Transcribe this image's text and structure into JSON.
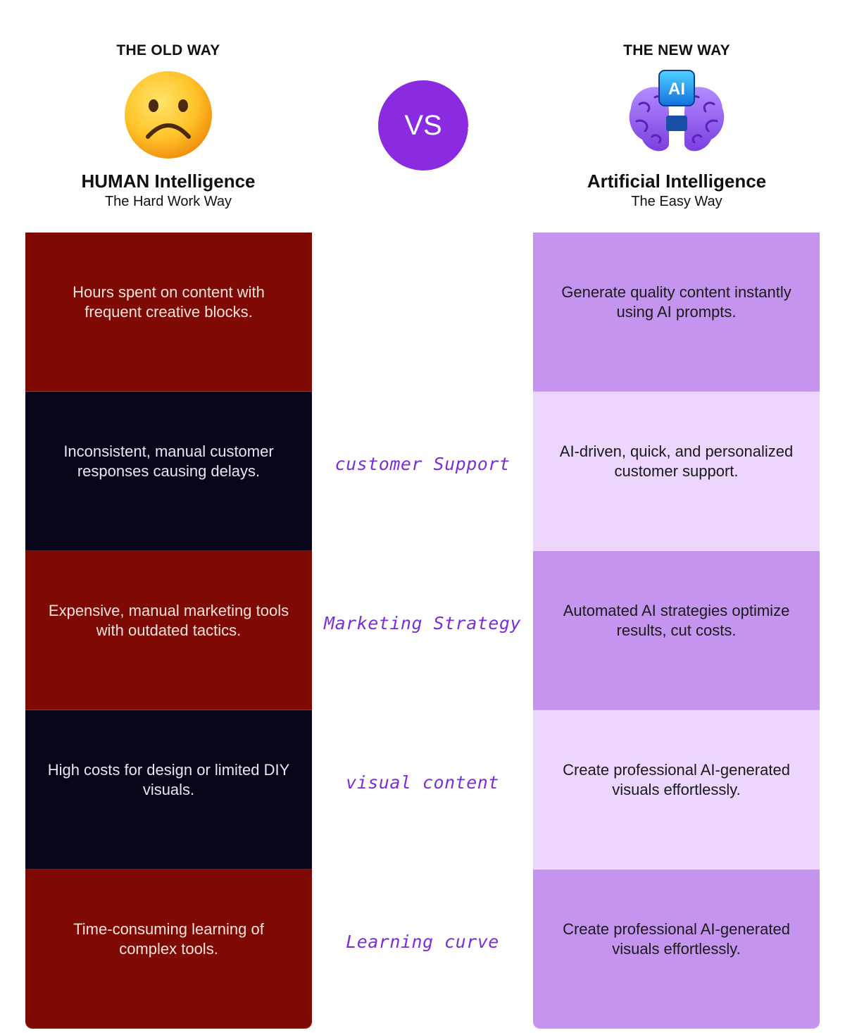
{
  "old_way": {
    "heading": "THE OLD WAY",
    "icon": "sad-face-emoji",
    "title": "HUMAN Intelligence",
    "subtitle": "The Hard Work Way"
  },
  "new_way": {
    "heading": "THE NEW WAY",
    "icon": "ai-brain-chip",
    "icon_text": "AI",
    "title": "Artificial Intelligence",
    "subtitle": "The Easy Way"
  },
  "vs_label": "VS",
  "rows": [
    {
      "category": "",
      "old": "Hours spent on content with frequent creative blocks.",
      "new": "Generate quality content instantly using AI prompts."
    },
    {
      "category": "customer Support",
      "old": "Inconsistent, manual customer responses causing delays.",
      "new": "AI-driven, quick, and personalized customer support."
    },
    {
      "category": "Marketing Strategy",
      "old": "Expensive, manual marketing tools with outdated tactics.",
      "new": "Automated AI strategies optimize results, cut costs."
    },
    {
      "category": "visual content",
      "old": "High costs for design or limited DIY visuals.",
      "new": "Create professional AI-generated visuals effortlessly."
    },
    {
      "category": "Learning curve",
      "old": "Time-consuming learning of complex tools.",
      "new": "Create professional AI-generated visuals effortlessly."
    }
  ],
  "colors": {
    "vs_purple": "#8a2be2",
    "old_red": "#7e0a03",
    "old_navy": "#08051a",
    "new_purple": "#c594ee",
    "new_lilac": "#ecd6fd",
    "category_text": "#7a2fd6"
  }
}
